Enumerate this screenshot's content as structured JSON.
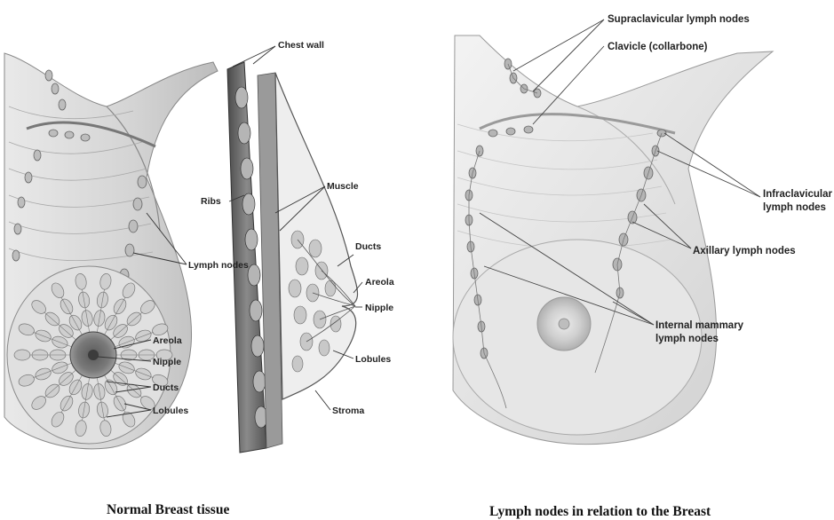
{
  "left_panel": {
    "caption": "Normal Breast tissue",
    "labels": {
      "chest_wall": "Chest wall",
      "ribs": "Ribs",
      "muscle": "Muscle",
      "lymph_nodes": "Lymph nodes",
      "ducts_side": "Ducts",
      "areola_side": "Areola",
      "nipple_side": "Nipple",
      "lobules_side": "Lobules",
      "stroma": "Stroma",
      "areola_front": "Areola",
      "nipple_front": "Nipple",
      "ducts_front": "Ducts",
      "lobules_front": "Lobules"
    }
  },
  "right_panel": {
    "caption": "Lymph nodes in relation to the Breast",
    "labels": {
      "supraclavicular": "Supraclavicular lymph nodes",
      "clavicle": "Clavicle (collarbone)",
      "infraclavicular_1": "Infraclavicular",
      "infraclavicular_2": "lymph nodes",
      "axillary": "Axillary lymph nodes",
      "internal_mammary_1": "Internal mammary",
      "internal_mammary_2": "lymph nodes"
    }
  }
}
